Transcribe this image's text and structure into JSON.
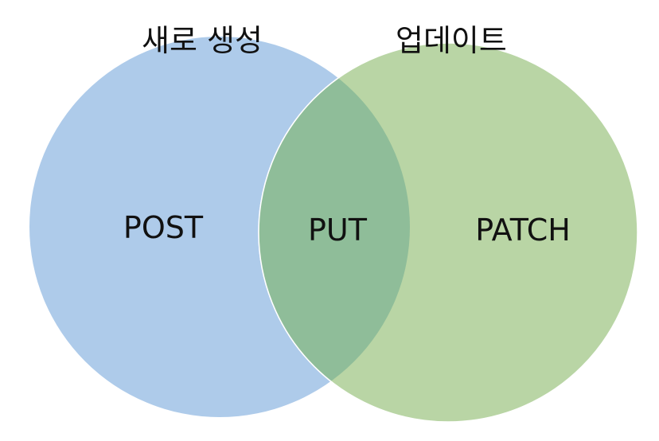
{
  "diagram": {
    "type": "venn",
    "sets": [
      {
        "title": "새로 생성",
        "color": "#aecbea"
      },
      {
        "title": "업데이트",
        "color": "#b9d5a5"
      }
    ],
    "overlap_color": "#8fbd99",
    "regions": {
      "left_only": "POST",
      "both": "PUT",
      "right_only": "PATCH"
    }
  }
}
